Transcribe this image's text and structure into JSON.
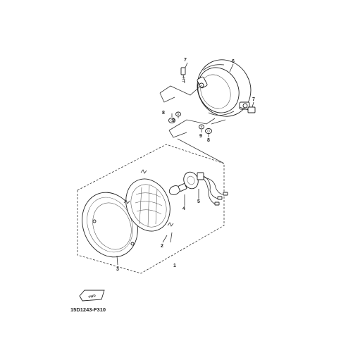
{
  "diagram": {
    "code": "15D1243-F310",
    "fwd_label": "FWD",
    "callouts": [
      {
        "id": "c1",
        "label": "1"
      },
      {
        "id": "c2",
        "label": "2"
      },
      {
        "id": "c3",
        "label": "3"
      },
      {
        "id": "c4",
        "label": "4"
      },
      {
        "id": "c5",
        "label": "5"
      },
      {
        "id": "c6",
        "label": "6"
      },
      {
        "id": "c7a",
        "label": "7"
      },
      {
        "id": "c7b",
        "label": "7"
      },
      {
        "id": "c8a",
        "label": "8"
      },
      {
        "id": "c8b",
        "label": "8"
      },
      {
        "id": "c9a",
        "label": "9"
      },
      {
        "id": "c9b",
        "label": "9"
      }
    ]
  }
}
